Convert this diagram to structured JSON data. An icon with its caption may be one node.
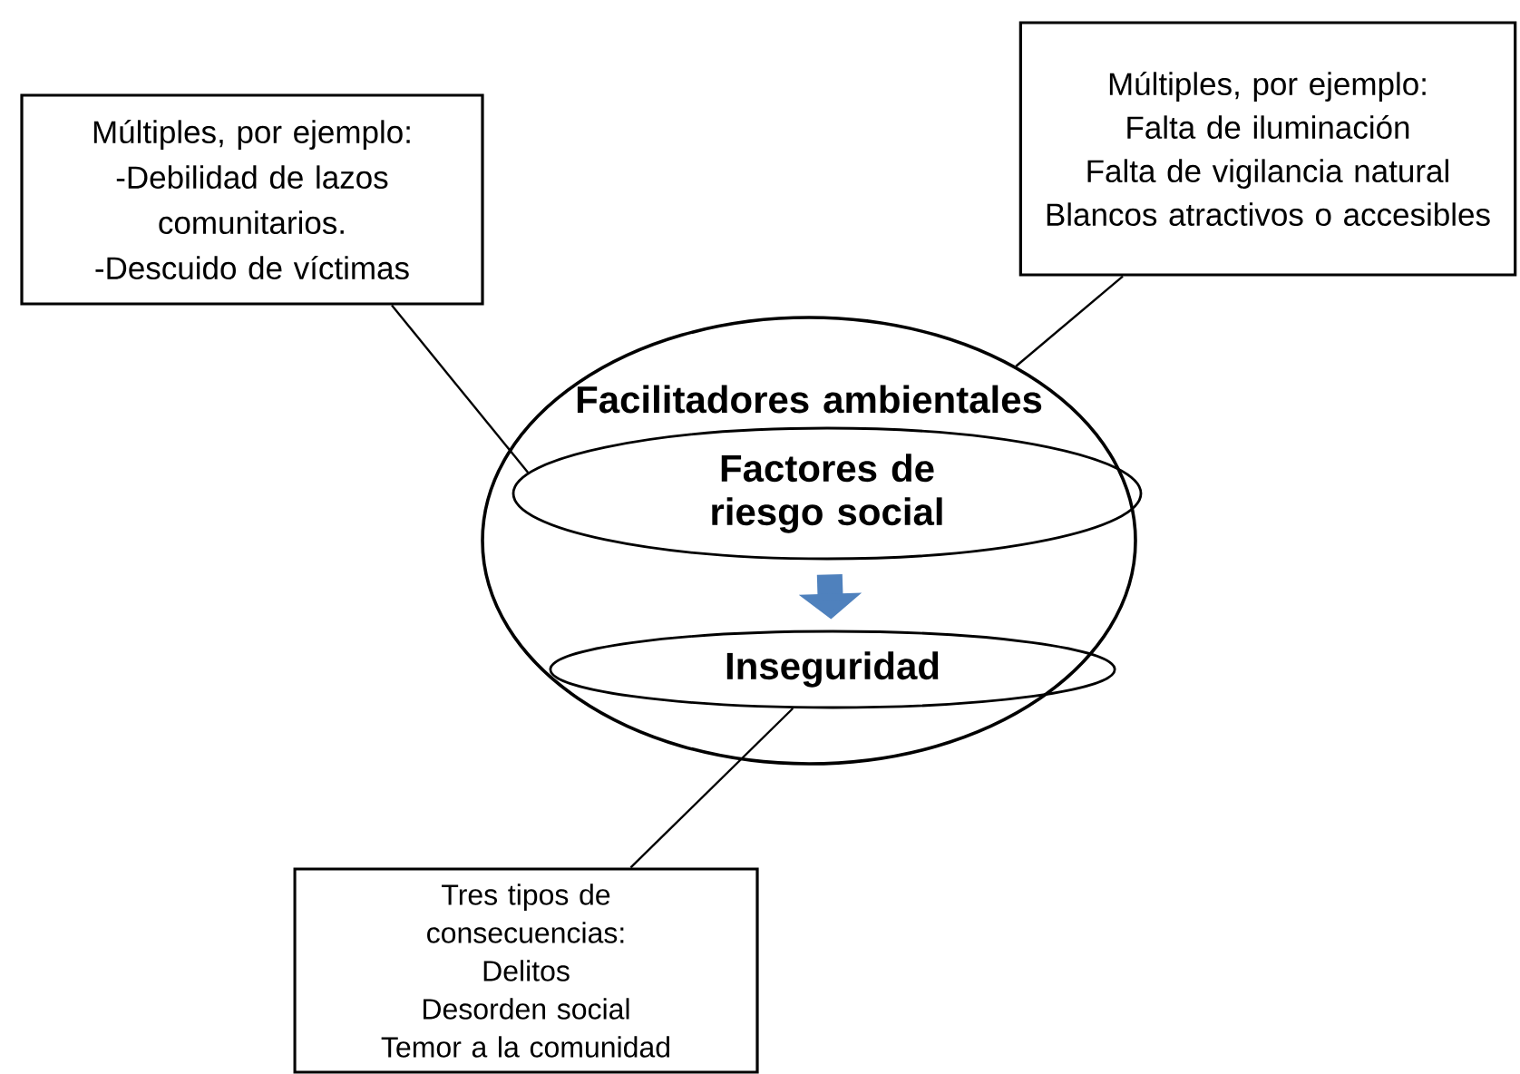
{
  "diagram": {
    "nodes": [
      {
        "text": [
          "Múltiples, por ejemplo:",
          "-Debilidad de lazos comunitarios.",
          "-Descuido de víctimas"
        ]
      },
      {
        "text": [
          "Múltiples, por ejemplo:",
          "Falta de iluminación",
          "Falta de vigilancia natural",
          "Blancos atractivos o accesibles"
        ]
      },
      {
        "text": [
          "Facilitadores ambientales"
        ]
      },
      {
        "text": [
          "Factores de riesgo social"
        ],
        "in": 2
      },
      {
        "text": [
          "Inseguridad"
        ],
        "in": 2
      },
      {
        "text": [
          "Tres tipos de consecuencias:",
          "Delitos",
          "Desorden social",
          "Temor a la comunidad"
        ]
      }
    ],
    "edges": [
      {
        "from": 0,
        "to": 3,
        "arrow": "none"
      },
      {
        "from": 1,
        "to": 2,
        "arrow": "none"
      },
      {
        "from": 3,
        "to": 4,
        "arrow": "to",
        "style": "thick",
        "color": "#4f81bd"
      },
      {
        "from": 4,
        "to": 5,
        "arrow": "none"
      }
    ]
  }
}
